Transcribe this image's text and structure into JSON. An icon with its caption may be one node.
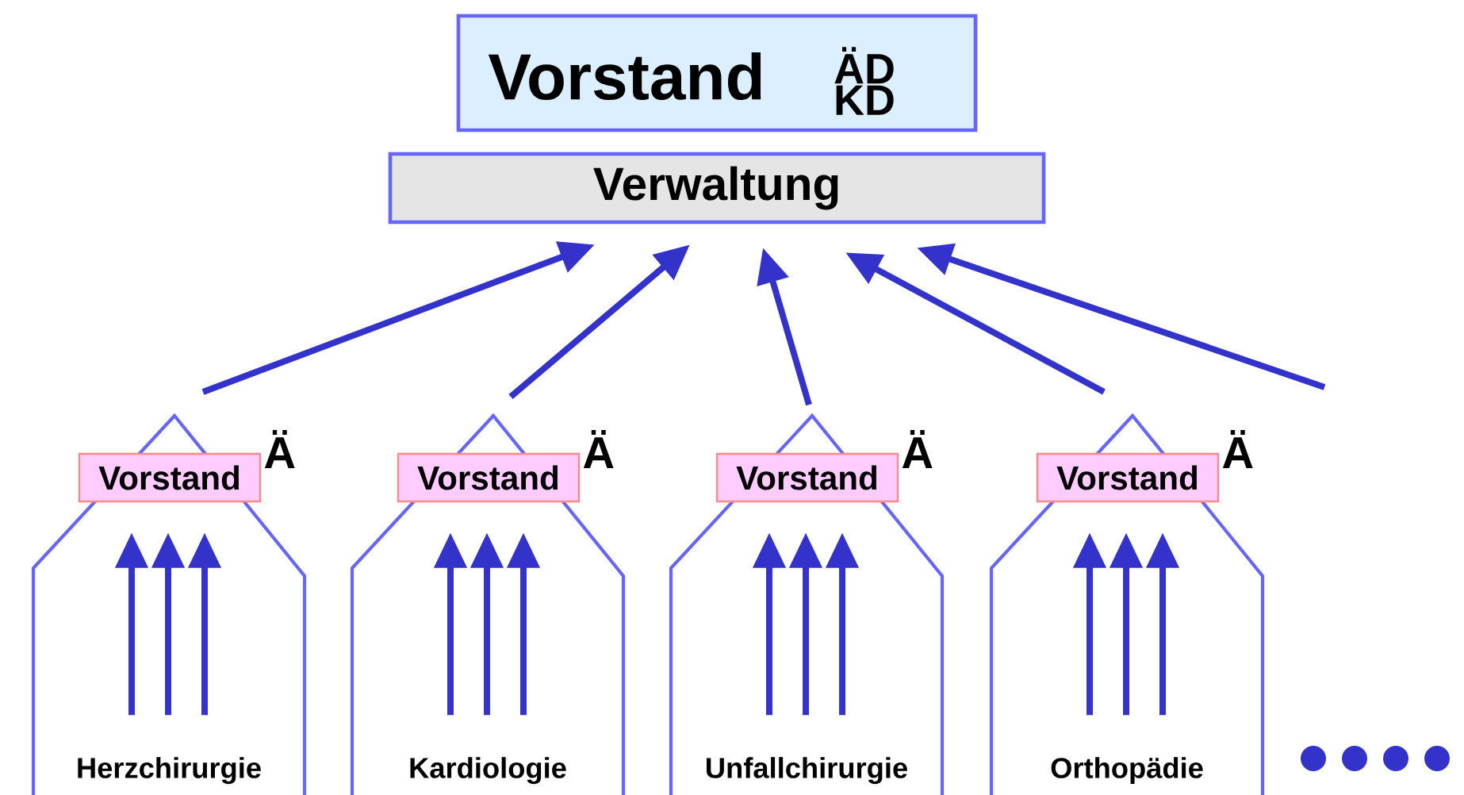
{
  "diagram": {
    "nodes": [
      {
        "text": [
          "Vorstand",
          "ÄD KD"
        ]
      },
      {
        "text": [
          "Verwaltung"
        ]
      },
      {
        "text": [
          "Herzchirurgie"
        ]
      },
      {
        "text": [
          "Vorstand"
        ],
        "beside": [
          "Ä"
        ],
        "in": 2
      },
      {
        "text": [
          "Kardiologie"
        ]
      },
      {
        "text": [
          "Vorstand"
        ],
        "beside": [
          "Ä"
        ],
        "in": 4
      },
      {
        "text": [
          "Unfallchirurgie"
        ]
      },
      {
        "text": [
          "Vorstand"
        ],
        "beside": [
          "Ä"
        ],
        "in": 6
      },
      {
        "text": [
          "Orthopädie"
        ]
      },
      {
        "text": [
          "Vorstand"
        ],
        "beside": [
          "Ä"
        ],
        "in": 8
      }
    ],
    "edges": [
      {
        "from": 2,
        "to": 1,
        "arrow": "to"
      },
      {
        "from": 4,
        "to": 1,
        "arrow": "to"
      },
      {
        "from": 6,
        "to": 1,
        "arrow": "to"
      },
      {
        "from": 8,
        "to": 1,
        "arrow": "to"
      },
      {
        "from": null,
        "to": 1,
        "arrow": "to"
      },
      {
        "from": null,
        "to": 3,
        "arrow": "to"
      },
      {
        "from": null,
        "to": 3,
        "arrow": "to"
      },
      {
        "from": null,
        "to": 3,
        "arrow": "to"
      },
      {
        "from": null,
        "to": 5,
        "arrow": "to"
      },
      {
        "from": null,
        "to": 5,
        "arrow": "to"
      },
      {
        "from": null,
        "to": 5,
        "arrow": "to"
      },
      {
        "from": null,
        "to": 7,
        "arrow": "to"
      },
      {
        "from": null,
        "to": 7,
        "arrow": "to"
      },
      {
        "from": null,
        "to": 7,
        "arrow": "to"
      },
      {
        "from": null,
        "to": 9,
        "arrow": "to"
      },
      {
        "from": null,
        "to": 9,
        "arrow": "to"
      },
      {
        "from": null,
        "to": 9,
        "arrow": "to"
      }
    ]
  }
}
